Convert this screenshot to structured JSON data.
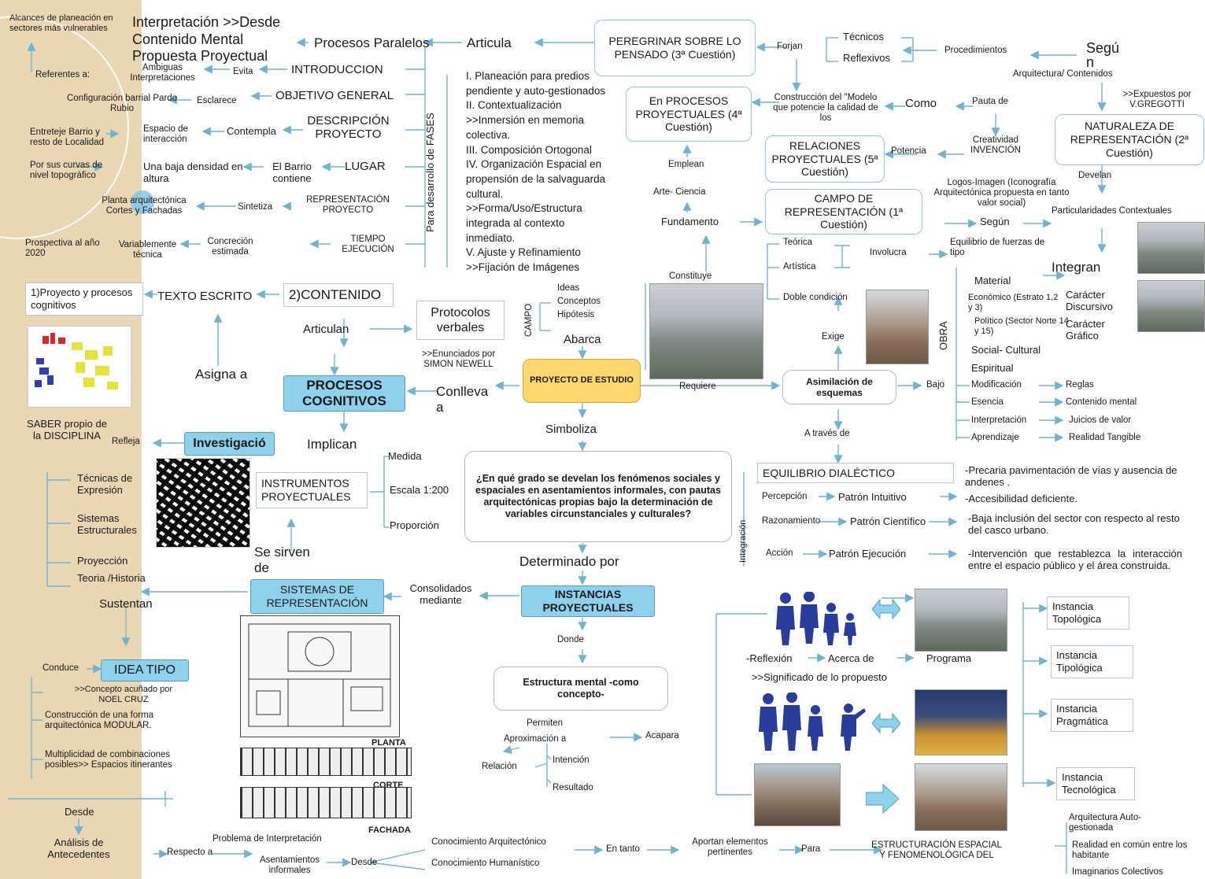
{
  "sidebar": {
    "alcances": "Alcances de planeación en sectores más vulnerables",
    "referentes": "Referentes a:",
    "configuracion": "Configuración barrial Pardo Rubio",
    "entreteje": "Entreteje Barrio y resto de Localidad",
    "curvas": "Por sus curvas de nivel topográfico",
    "prospectiva": "Prospectiva al año 2020",
    "proyecto_procesos": "1)Proyecto y procesos cognitivos",
    "saber": "SABER propio de la DISCIPLINA",
    "tecnicas": "Técnicas de Expresión",
    "sistemas_estr": "Sistemas Estructurales",
    "proyeccion": "Proyección",
    "teoria": "Teoria /Historia",
    "sustentan": "Sustentan",
    "conduce": "Conduce",
    "concepto": ">>Concepto acuñado por NOEL CRUZ",
    "construccion": "Construcción de una forma arquitectónica MODULAR.",
    "multiplicidad": "Multiplicidad de combinaciones posibles>> Espacios itinerantes",
    "desde": "Desde",
    "analisis": "Análisis de Antecedentes"
  },
  "top_left": {
    "interpretacion": "Interpretación >>Desde Contenido Mental Propuesta Proyectual",
    "procesos_paralelos": "Procesos Paralelos",
    "articula": "Articula",
    "ambiguas": "Ambiguas Interpretaciones",
    "evita": "Evita",
    "introduccion": "INTRODUCCION",
    "esclarece": "Esclarece",
    "objetivo": "OBJETIVO GENERAL",
    "espacio": "Espacio de interacción",
    "contempla": "Contempla",
    "descripcion": "DESCRIPCIÓN PROYECTO",
    "densidad": "Una baja densidad en altura",
    "barrio": "El Barrio contiene",
    "lugar": "LUGAR",
    "planta": "Planta arquitectónica Cortes y Fachadas",
    "sintetiza": "Sintetiza",
    "representacion": "REPRESENTACIÓN PROYECTO",
    "variablemente": "Variablemente técnica",
    "concrecion": "Concreción estimada",
    "tiempo": "TIEMPO EJECUCIÓN",
    "texto_escrito": "TEXTO ESCRITO",
    "contenido": "2)CONTENIDO",
    "fases_label": "Para desarrollo de FASES"
  },
  "fases": [
    "I. Planeación para predios",
    "pendiente y auto-gestionados",
    "II. Contextualización",
    ">>Inmersión en memoria",
    "colectiva.",
    "III. Composición Ortogonal",
    "IV. Organización Espacial en",
    "propensión de la salvaguarda",
    "cultural.",
    ">>Forma/Uso/Estructura",
    "integrada al contexto",
    "inmediato.",
    "V. Ajuste y Refinamiento",
    ">>Fijación de Imágenes"
  ],
  "center": {
    "peregrinar": "PEREGRINAR SOBRE LO PENSADO (3ª Cuestión)",
    "forjan": "Forjan",
    "tecnicos": "Técnicos",
    "reflexivos": "Reflexivos",
    "procedimientos": "Procedimientos",
    "segun_top": "Segú n",
    "arq_contenidos": "Arquitectura/ Contenidos",
    "en_procesos": "En PROCESOS PROYECTUALES (4ª Cuestión)",
    "construccion_modelo": "Construcción del \"Modelo que potencie la calidad de los",
    "como": "Como",
    "pauta": "Pauta de",
    "expuestos": ">>Expuestos por V.GREGOTTI",
    "naturaleza": "NATURALEZA DE REPRESENTACIÓN (2ª Cuestión)",
    "emplean": "Emplean",
    "relaciones": "RELACIONES PROYECTUALES (5ª Cuestión)",
    "potencia": "Potencia",
    "creatividad": "Creatividad INVENCIÓN",
    "develan": "Develan",
    "arte_ciencia": "Arte- Ciencia",
    "logos": "Logos-Imagen (Iconografía Arquitectónica propuesta en tanto valor social)",
    "campo_rep": "CAMPO DE REPRESENTACIÓN (1ª Cuestión)",
    "fundamento": "Fundamento",
    "segun": "Según",
    "particularidades": "Particularidades Contextuales",
    "teorica": "Teórica",
    "artistica": "Artística",
    "involucra": "Involucra",
    "equilibrio_fuerzas": "Equilibrio de fuerzas de tipo",
    "integran": "Integran",
    "constituye": "Constituye",
    "doble": "Doble condición",
    "material": "Material",
    "economico": "Económico (Estrato 1,2 y 3)",
    "politico": "Político (Sector Norte 14 y 15)",
    "social": "Social- Cultural",
    "espiritual": "Espiritual",
    "caracter1": "Carácter Discursivo",
    "caracter2": "Carácter Gráfico",
    "obra": "OBRA",
    "campo": "CAMPO",
    "ideas": "Ideas",
    "conceptos": "Conceptos",
    "hipotesis": "Hipótesis",
    "abarca": "Abarca",
    "exige": "Exige",
    "articulan": "Articulan",
    "protocolos": "Protocolos verbales",
    "enunciados": ">>Enunciados por SIMON NEWELL",
    "proyecto_estudio": "PROYECTO DE ESTUDIO",
    "requiere": "Requiere",
    "asimilacion": "Asimilación de esquemas",
    "bajo": "Bajo",
    "modificacion": "Modificación",
    "reglas": "Reglas",
    "esencia": "Esencia",
    "contenido_mental": "Contenido mental",
    "interpretacion2": "Interpretación",
    "juicios": "Juicios de valor",
    "aprendizaje": "Aprendizaje",
    "realidad": "Realidad Tangible",
    "asigna": "Asigna a",
    "procesos_cog": "PROCESOS COGNITIVOS",
    "conlleva": "Conlleva a",
    "simboliza": "Simboliza",
    "a_traves": "A través de",
    "refleja": "Refleja",
    "investigacion": "Investigació",
    "implican": "Implican",
    "medida": "Medida",
    "escala": "Escala 1:200",
    "proporcion": "Proporción",
    "instrumentos": "INSTRUMENTOS PROYECTUALES",
    "pregunta": "¿En qué grado se develan los fenómenos sociales y espaciales en asentamientos informales, con pautas arquitectónicas propias bajo la determinación de variables circunstanciales y culturales?",
    "equilibrio_dialectico": "EQUILIBRIO DIALÉCTICO",
    "percepcion": "Percepción",
    "patron_intuitivo": "Patrón Intuitivo",
    "razonamiento": "Razonamiento",
    "patron_cientifico": "Patrón Científico",
    "accion": "Acción",
    "patron_ejecucion": "Patrón Ejecución",
    "integracion": "Integración",
    "precaria": "-Precaria pavimentación de vías y ausencia de andenes .",
    "accesibilidad": "-Accesibilidad deficiente.",
    "baja_inclusion": "-Baja inclusión del sector con respecto al resto del casco urbano.",
    "intervencion": "-Intervención que restablezca la interacción entre el espacio público y el área construida.",
    "se_sirven": "Se sirven de",
    "determinado": "Determinado por",
    "sistemas_rep": "SISTEMAS DE REPRESENTACIÓN",
    "consolidados": "Consolidados mediante",
    "instancias": "INSTANCIAS PROYECTUALES",
    "idea_tipo": "IDEA TIPO",
    "donde": "Donde",
    "reflexion": "-Reflexión",
    "acerca": "Acerca de",
    "programa": "Programa",
    "significado": ">>Significado de lo propuesto",
    "estructura_mental": "Estructura mental -como concepto-",
    "permiten": "Permiten",
    "aproximacion": "Aproximación a",
    "acapara": "Acapara",
    "relacion": "Relación",
    "intencion": "Intención",
    "resultado": "Resultado",
    "planta_lbl": "PLANTA",
    "corte_lbl": "CORTE",
    "fachada_lbl": "FACHADA",
    "problema": "Problema de Interpretación",
    "respecto": "Respecto a",
    "asentamientos": "Asentamientos informales",
    "desde2": "Desde",
    "conoc_arq": "Conocimiento Arquitectónico",
    "conoc_hum": "Conocimiento Humanístico",
    "en_tanto": "En tanto",
    "aportan": "Aportan elementos pertinentes",
    "para": "Para",
    "estructuracion": "ESTRUCTURACIÓN ESPACIAL Y FENOMENOLÓGICA DEL",
    "inst_topologica": "Instancia Topológica",
    "inst_tipologica": "Instancia Tipológica",
    "inst_pragmatica": "Instancia Pragmática",
    "inst_tecnologica": "Instancia Tecnológica",
    "arq_auto": "Arquitectura Auto- gestionada",
    "realidad_comun": "Realidad en común entre los habitante",
    "imaginarios": "Imaginarios Colectivos"
  },
  "colors": {
    "sidebar": "#e9d7b4",
    "box_border": "#8fc7dc",
    "blue_fill": "#8fd0ea",
    "gold_fill": "#ffd76e",
    "line": "#6fb3d1",
    "people": "#2b3d9a",
    "arrow_fill": "#8fd0ea"
  },
  "icons": [
    "double-arrow-icon",
    "family-silhouette-icon",
    "right-arrow-icon"
  ]
}
